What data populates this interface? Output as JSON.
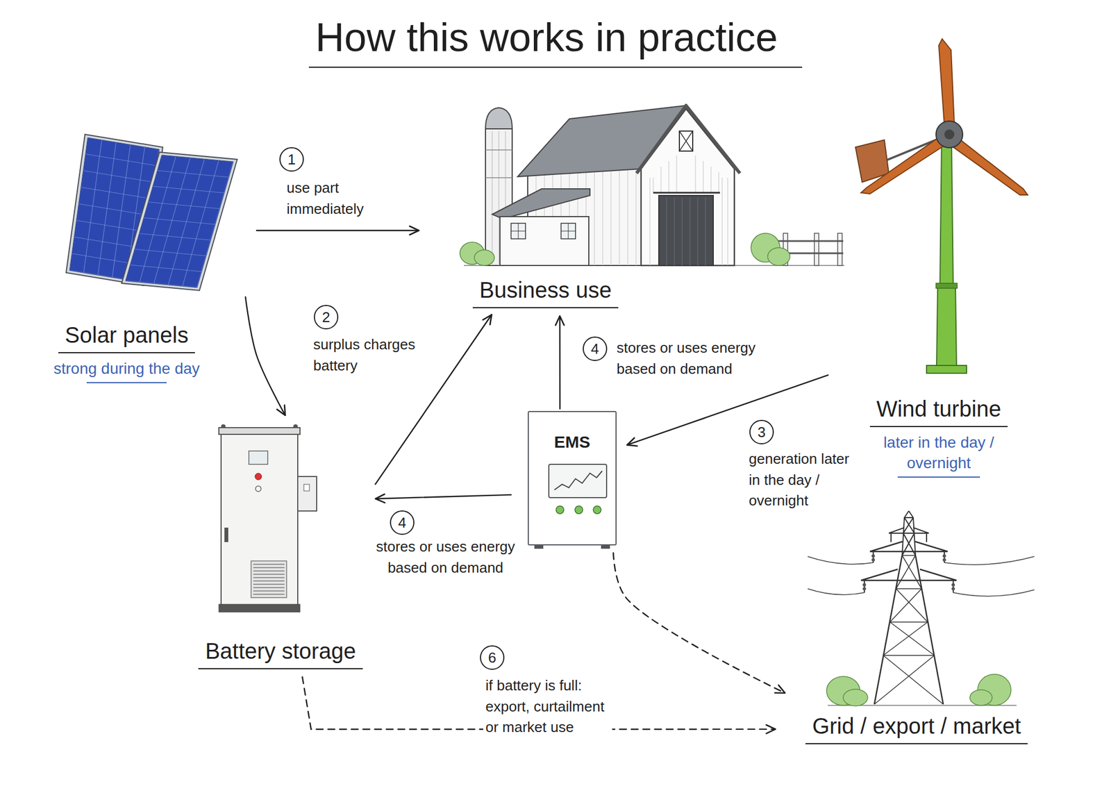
{
  "diagram": {
    "title": "How this works in practice",
    "nodes": [
      {
        "text": [
          "Solar panels",
          "strong during the day"
        ]
      },
      {
        "text": [
          "Business use"
        ]
      },
      {
        "text": [
          "Wind turbine",
          "later in the day / overnight"
        ]
      },
      {
        "text": [
          "Battery storage"
        ]
      },
      {
        "text": [
          "EMS"
        ]
      },
      {
        "text": [
          "Grid / export / market"
        ]
      }
    ],
    "edges": [
      {
        "from": 0,
        "to": 1,
        "arrow": "to",
        "label": "use part immediately"
      },
      {
        "from": 0,
        "to": 3,
        "arrow": "to",
        "label": "surplus charges battery"
      },
      {
        "from": 3,
        "to": 1,
        "arrow": "to"
      },
      {
        "from": 4,
        "to": 1,
        "arrow": "to",
        "label": "stores or uses energy based on demand"
      },
      {
        "from": 2,
        "to": 4,
        "arrow": "to",
        "label": "generation later in the day / overnight"
      },
      {
        "from": 4,
        "to": 3,
        "arrow": "to",
        "label": "stores or uses energy based on demand"
      },
      {
        "from": 4,
        "to": 5,
        "arrow": "to"
      },
      {
        "from": 3,
        "to": 5,
        "arrow": "to",
        "label": "if battery is full: export, curtailment or market use"
      }
    ],
    "labels": [
      "1",
      "2",
      "4",
      "3",
      "4",
      "6"
    ]
  }
}
